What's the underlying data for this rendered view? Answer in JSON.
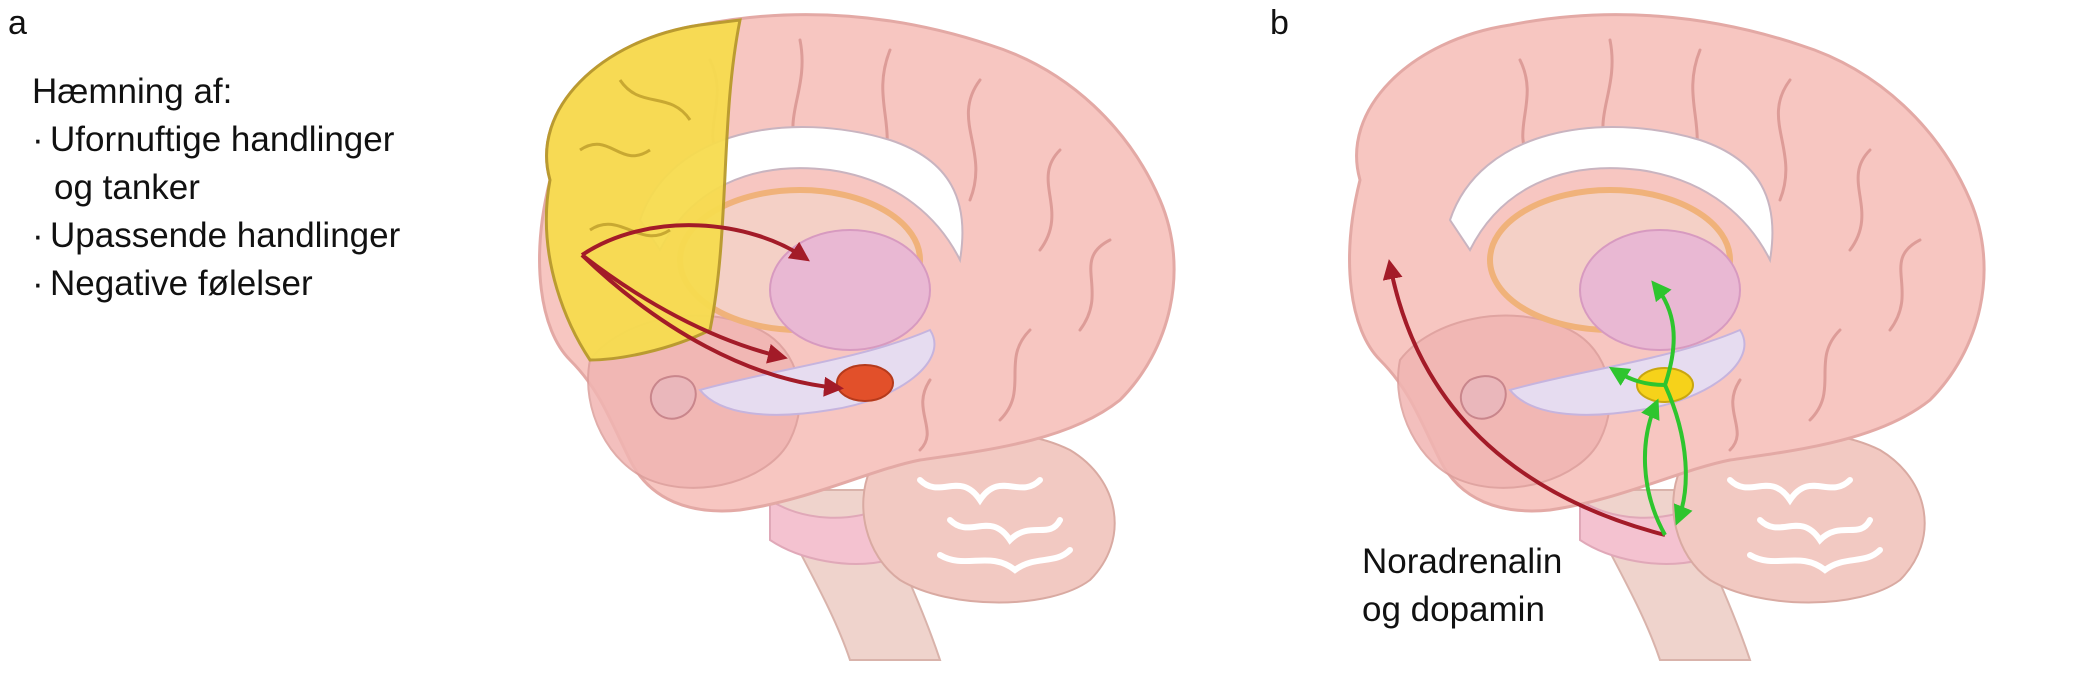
{
  "panel_a": {
    "letter": "a",
    "heading": "Hæmning af:",
    "bullet": "·",
    "items": [
      "Ufornuftige handlinger",
      "og tanker",
      "Upassende handlinger",
      "Negative følelser"
    ]
  },
  "panel_b": {
    "letter": "b",
    "label_line1": "Noradrenalin",
    "label_line2": "og dopamin"
  },
  "colors": {
    "brain_pink": "#f7c6c1",
    "brain_outline": "#e3a9a5",
    "prefrontal_yellow": "#f7dc4f",
    "arrow_red": "#a31b28",
    "arrow_green": "#2ec52e",
    "amygdala_orange": "#e2502a",
    "nucleus_yellow": "#f6d21a"
  }
}
